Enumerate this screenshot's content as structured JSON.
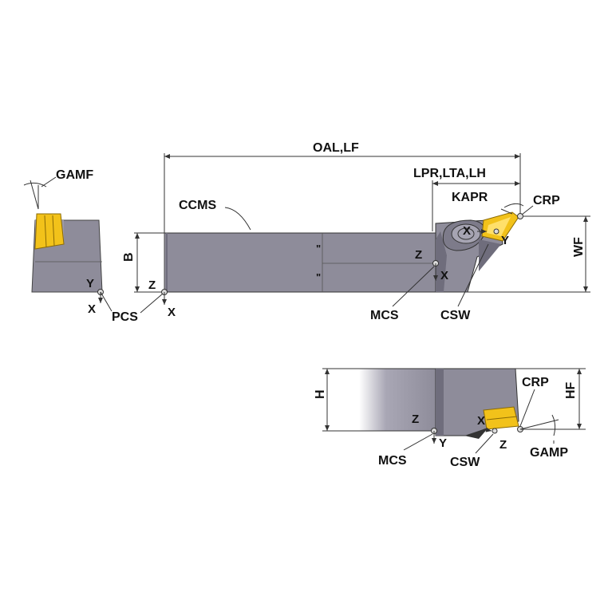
{
  "labels": {
    "gamf": "GAMF",
    "oal_lf": "OAL,LF",
    "lpr_lta_lh": "LPR,LTA,LH",
    "kapr": "KAPR",
    "crp_top": "CRP",
    "ccms": "CCMS",
    "b": "B",
    "wf": "WF",
    "pcs": "PCS",
    "mcs_top": "MCS",
    "csw_top": "CSW",
    "h": "H",
    "hf": "HF",
    "crp_bottom": "CRP",
    "mcs_bottom": "MCS",
    "csw_bottom": "CSW",
    "gamp": "GAMP"
  },
  "axes": {
    "end_view": {
      "y": "Y",
      "x": "X"
    },
    "pcs": {
      "z": "Z",
      "x": "X"
    },
    "mcs_top": {
      "z": "Z",
      "x": "X"
    },
    "csw_top": {
      "x": "X",
      "y": "Y"
    },
    "mcs_bottom": {
      "z": "Z",
      "y": "Y"
    },
    "csw_bottom": {
      "x": "X",
      "z": "Z"
    }
  },
  "colors": {
    "body": "#8e8c9a",
    "body_dark": "#6f6d7c",
    "insert": "#f2c21a",
    "insert_dark": "#c99a0c",
    "line": "#333333"
  }
}
